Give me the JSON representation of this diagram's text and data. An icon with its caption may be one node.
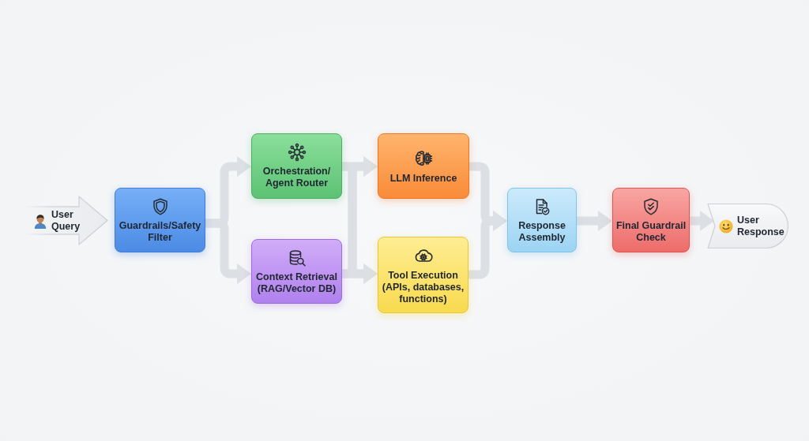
{
  "diagram": {
    "nodes": [
      {
        "text": [
          "User Query"
        ]
      },
      {
        "text": [
          "Guardrails/Safety Filter"
        ]
      },
      {
        "text": [
          "Orchestration/ Agent Router"
        ]
      },
      {
        "text": [
          "Context Retrieval (RAG/Vector DB)"
        ]
      },
      {
        "text": [
          "LLM Inference"
        ]
      },
      {
        "text": [
          "Tool Execution (APIs, databases, functions)"
        ]
      },
      {
        "text": [
          "Response Assembly"
        ]
      },
      {
        "text": [
          "Final Guardrail Check"
        ]
      },
      {
        "text": [
          "User Response"
        ]
      }
    ],
    "edges": [
      {
        "from": 1,
        "to": 2,
        "arrow": "to"
      },
      {
        "from": 1,
        "to": 3,
        "arrow": "to"
      },
      {
        "from": 2,
        "to": 4,
        "arrow": "to"
      },
      {
        "from": 2,
        "to": 5,
        "arrow": "to"
      },
      {
        "from": 3,
        "to": 4,
        "arrow": "to"
      },
      {
        "from": 3,
        "to": 5,
        "arrow": "to"
      },
      {
        "from": 4,
        "to": 6,
        "arrow": "to"
      },
      {
        "from": 5,
        "to": 6,
        "arrow": "to"
      },
      {
        "from": 6,
        "to": 7,
        "arrow": "to"
      },
      {
        "from": 7,
        "to": 8,
        "arrow": "to"
      }
    ]
  }
}
